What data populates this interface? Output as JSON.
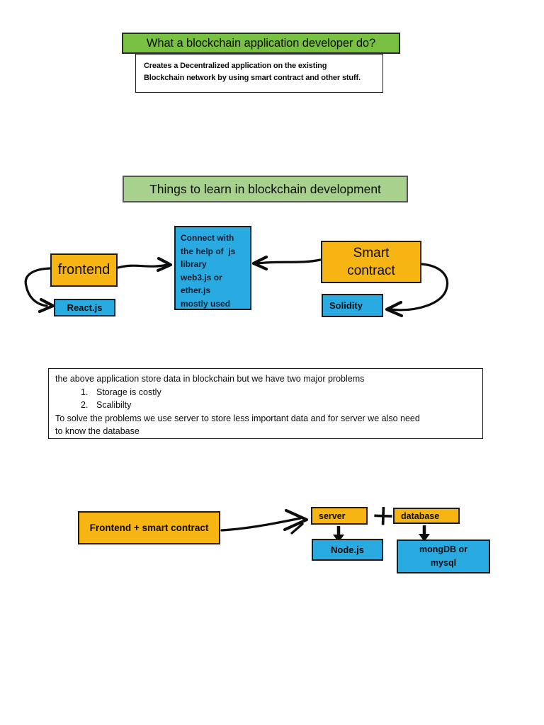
{
  "colors": {
    "green-bright": "#79C142",
    "green-soft": "#A9D18E",
    "orange": "#F7B513",
    "blue": "#29ABE2",
    "ink": "#0d0d0d"
  },
  "header1": {
    "title": "What a blockchain application developer do?",
    "description": "Creates a Decentralized application on the existing\nBlockchain network by using smart contract and other stuff."
  },
  "header2": {
    "title": "Things to learn in blockchain development"
  },
  "learn_diagram": {
    "frontend_label": "frontend",
    "react_label": "React.js",
    "connect_label": "Connect with\nthe help of  js\nlibrary\nweb3.js or\nether.js\nmostly used",
    "smart_contract_label": "Smart\ncontract",
    "solidity_label": "Solidity"
  },
  "problems": {
    "intro": "the above application store data in blockchain but we have two major problems",
    "items": [
      {
        "num": "1.",
        "text": "Storage is costly"
      },
      {
        "num": "2.",
        "text": "Scalibilty"
      }
    ],
    "outro": "To solve the problems we use server to store less important data and for server we also need\nto know the database"
  },
  "server_diagram": {
    "frontend_smart_label": "Frontend + smart contract",
    "server_label": "server",
    "plus_sign": "+",
    "database_label": "database",
    "node_label": "Node.js",
    "mongo_label": "mongDB or\nmysql"
  }
}
